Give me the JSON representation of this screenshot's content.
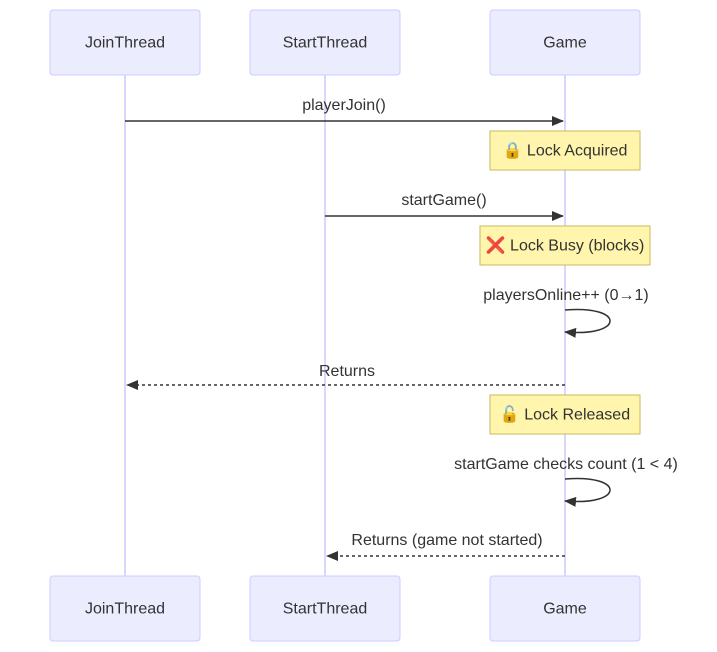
{
  "participants": [
    {
      "id": "join",
      "label": "JoinThread"
    },
    {
      "id": "start",
      "label": "StartThread"
    },
    {
      "id": "game",
      "label": "Game"
    }
  ],
  "messages": [
    {
      "label": "playerJoin()",
      "from": "join",
      "to": "game",
      "style": "solid"
    },
    {
      "label": "🔒 Lock Acquired",
      "type": "note"
    },
    {
      "label": "startGame()",
      "from": "start",
      "to": "game",
      "style": "solid"
    },
    {
      "label": "❌ Lock Busy (blocks)",
      "type": "note"
    },
    {
      "label": "playersOnline++ (0→1)",
      "from": "game",
      "to": "game",
      "style": "self"
    },
    {
      "label": "Returns",
      "from": "game",
      "to": "join",
      "style": "dashed"
    },
    {
      "label": "🔓 Lock Released",
      "type": "note"
    },
    {
      "label": "startGame checks count (1 < 4)",
      "from": "game",
      "to": "game",
      "style": "self"
    },
    {
      "label": "Returns (game not started)",
      "from": "game",
      "to": "start",
      "style": "dashed"
    }
  ]
}
